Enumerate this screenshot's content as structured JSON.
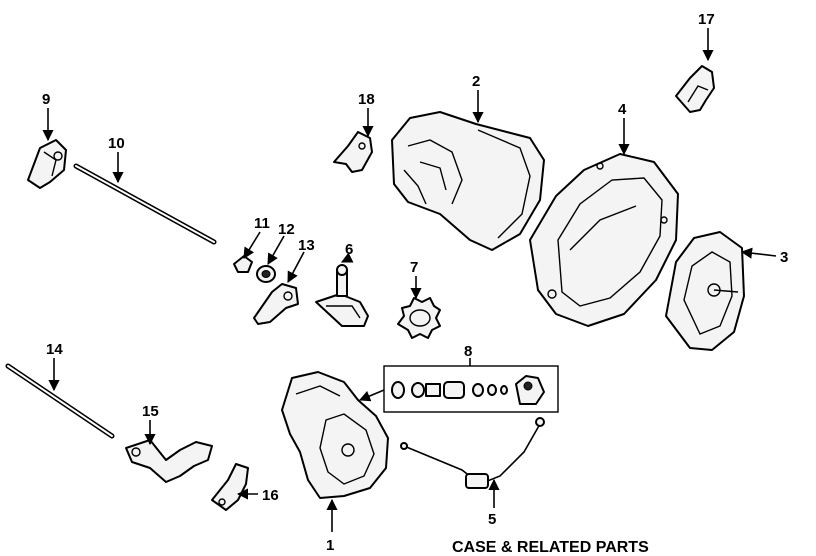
{
  "caption": "CASE & RELATED PARTS",
  "callouts": [
    "1",
    "2",
    "3",
    "4",
    "5",
    "6",
    "7",
    "8",
    "9",
    "10",
    "11",
    "12",
    "13",
    "14",
    "15",
    "16",
    "17",
    "18"
  ],
  "colors": {
    "line": "#000000",
    "background": "#ffffff",
    "fill": "#f4f4f4"
  }
}
